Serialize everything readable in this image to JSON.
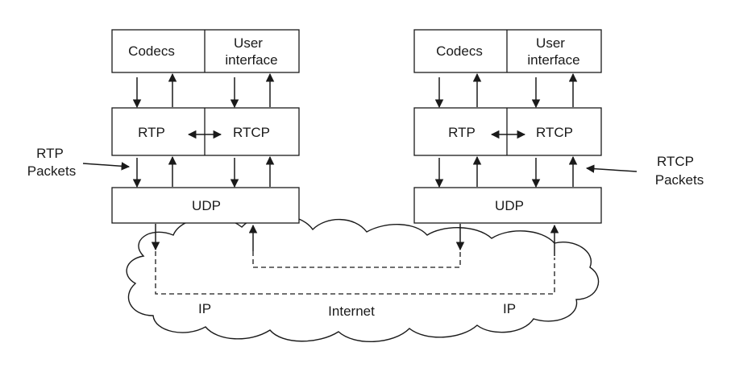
{
  "left_stack": {
    "codecs": "Codecs",
    "user_interface_line1": "User",
    "user_interface_line2": "interface",
    "rtp": "RTP",
    "rtcp": "RTCP",
    "udp": "UDP"
  },
  "right_stack": {
    "codecs": "Codecs",
    "user_interface_line1": "User",
    "user_interface_line2": "interface",
    "rtp": "RTP",
    "rtcp": "RTCP",
    "udp": "UDP"
  },
  "side_labels": {
    "rtp_packets_line1": "RTP",
    "rtp_packets_line2": "Packets",
    "rtcp_packets_line1": "RTCP",
    "rtcp_packets_line2": "Packets"
  },
  "network": {
    "ip_left": "IP",
    "internet": "Internet",
    "ip_right": "IP"
  }
}
